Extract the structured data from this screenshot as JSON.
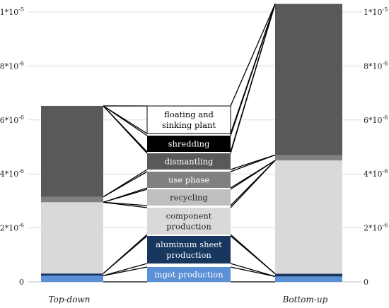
{
  "chart_data": {
    "type": "bar",
    "stacked": true,
    "categories": [
      "Top-down",
      "Bottom-up"
    ],
    "ylim": [
      0,
      1e-05
    ],
    "y_ticks": [
      {
        "value": 0,
        "base": "0",
        "exp": ""
      },
      {
        "value": 2e-06,
        "base": "2*10",
        "exp": "-6"
      },
      {
        "value": 4e-06,
        "base": "4*10",
        "exp": "-6"
      },
      {
        "value": 6e-06,
        "base": "6*10",
        "exp": "-6"
      },
      {
        "value": 8e-06,
        "base": "8*10",
        "exp": "-6"
      },
      {
        "value": 1e-05,
        "base": "1*10",
        "exp": "-5"
      }
    ],
    "grid": true,
    "series": [
      {
        "name": "ingot production",
        "color": "#5b8fd6",
        "text_color": "#ffffff",
        "border": "",
        "values": [
          2.3e-07,
          2e-07
        ]
      },
      {
        "name": "aluminum sheet production",
        "color": "#17375e",
        "text_color": "#ffffff",
        "border": "",
        "values": [
          8e-08,
          1e-07
        ]
      },
      {
        "name": "component production",
        "color": "#d9d9d9",
        "text_color": "#222222",
        "border": "",
        "values": [
          2.64e-06,
          4.2e-06
        ]
      },
      {
        "name": "recycling",
        "color": "#bfbfbf",
        "text_color": "#222222",
        "border": "",
        "values": [
          0.0,
          0.0
        ]
      },
      {
        "name": "use phase",
        "color": "#808080",
        "text_color": "#ffffff",
        "border": "",
        "values": [
          2e-07,
          2e-07
        ]
      },
      {
        "name": "dismantling",
        "color": "#595959",
        "text_color": "#ffffff",
        "border": "",
        "values": [
          3.37e-06,
          5.6e-06
        ]
      },
      {
        "name": "shredding",
        "color": "#000000",
        "text_color": "#ffffff",
        "border": "",
        "values": [
          0.0,
          0.0
        ]
      },
      {
        "name": "floating and sinking plant",
        "color": "#ffffff",
        "text_color": "#000000",
        "border": "#000000",
        "values": [
          0.0,
          0.0
        ]
      }
    ]
  }
}
